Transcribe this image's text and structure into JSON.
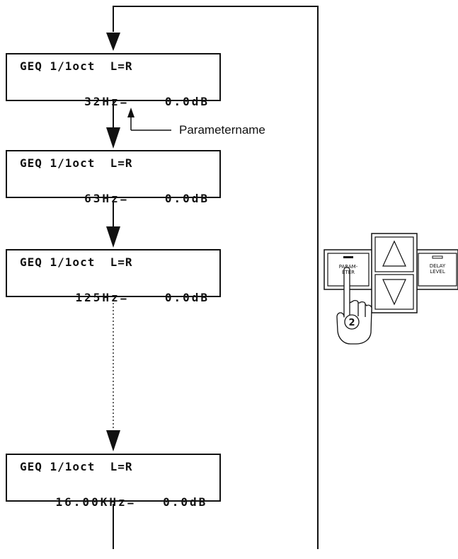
{
  "displays": [
    {
      "line1": "GEQ 1/1oct  L=R",
      "freq": "32Hz=",
      "gain": "0.0dB"
    },
    {
      "line1": "GEQ 1/1oct  L=R",
      "freq": "63Hz=",
      "gain": "0.0dB"
    },
    {
      "line1": "GEQ 1/1oct  L=R",
      "freq": "125Hz=",
      "gain": "0.0dB"
    },
    {
      "line1": "GEQ 1/1oct  L=R",
      "freq": "16.00KHz=",
      "gain": "0.0dB"
    }
  ],
  "annotation": "Parametername",
  "panel": {
    "left_button": "PARAM-\nETER",
    "right_button": "DELAY\nLEVEL",
    "step_number": "2"
  }
}
